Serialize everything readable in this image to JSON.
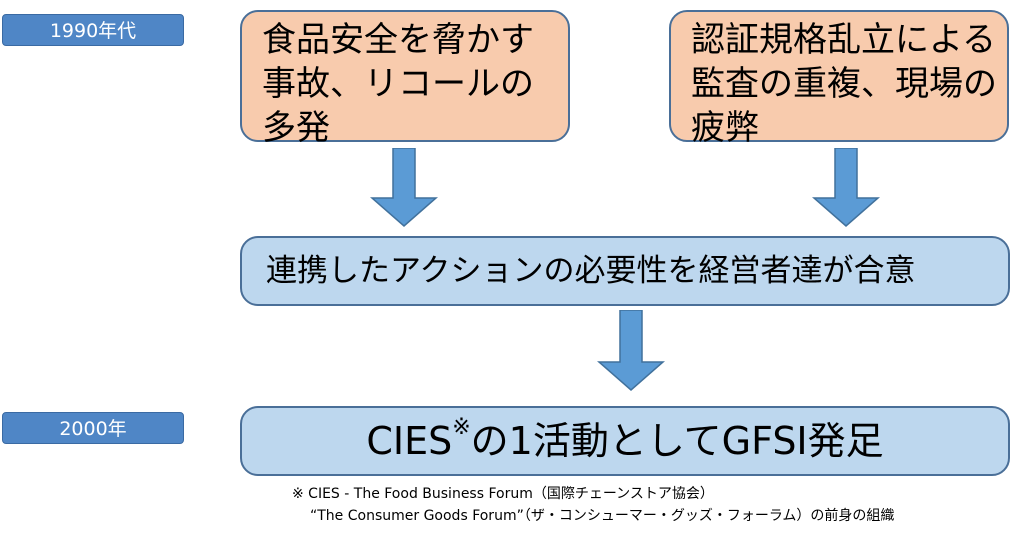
{
  "year_tags": {
    "y1990": "1990年代",
    "y2000": "2000年"
  },
  "boxes": {
    "food_accidents": [
      "食品安全を脅かす",
      "事故、リコールの",
      "多発"
    ],
    "standards": [
      "認証規格乱立による",
      "監査の重複、現場の",
      "疲弊"
    ],
    "agreement": "連携したアクションの必要性を経営者達が合意",
    "gfsi": {
      "prefix": "CIES",
      "mark": "※",
      "suffix": "の1活動としてGFSI発足"
    }
  },
  "footnotes": [
    "※ CIES - The Food Business Forum（国際チェーンストア協会）",
    "“The Consumer Goods Forum”（ザ・コンシューマー・グッズ・フォーラム）の前身の組織"
  ],
  "colors": {
    "tag_blue": "#4f86c6",
    "orange_fill": "#f8cbad",
    "blue_fill": "#bdd7ee",
    "arrow_blue": "#5b9bd5",
    "border": "#4a6f98"
  }
}
